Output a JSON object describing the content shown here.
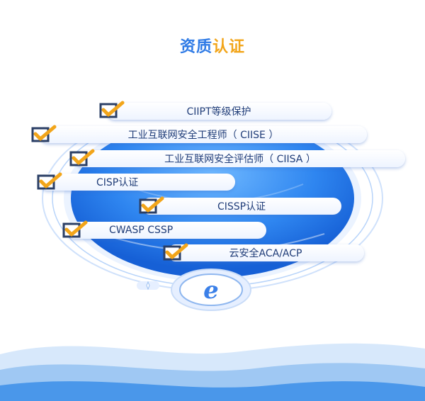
{
  "title_part1": "资质",
  "title_part2": "认证",
  "certifications": [
    {
      "label": "CIIPT等级保护"
    },
    {
      "label": "工业互联网安全工程师（ CIISE ）"
    },
    {
      "label": "工业互联网安全评估师（ CIISA ）"
    },
    {
      "label": "CISP认证"
    },
    {
      "label": "CISSP认证"
    },
    {
      "label": "CWASP CSSP"
    },
    {
      "label": "云安全ACA/ACP"
    }
  ],
  "colors": {
    "accent_blue": "#2f7be6",
    "accent_orange": "#f2a51a",
    "text": "#1f3c78"
  },
  "icons": {
    "check": "checkbox-check-icon",
    "logo": "e-logo-icon"
  }
}
